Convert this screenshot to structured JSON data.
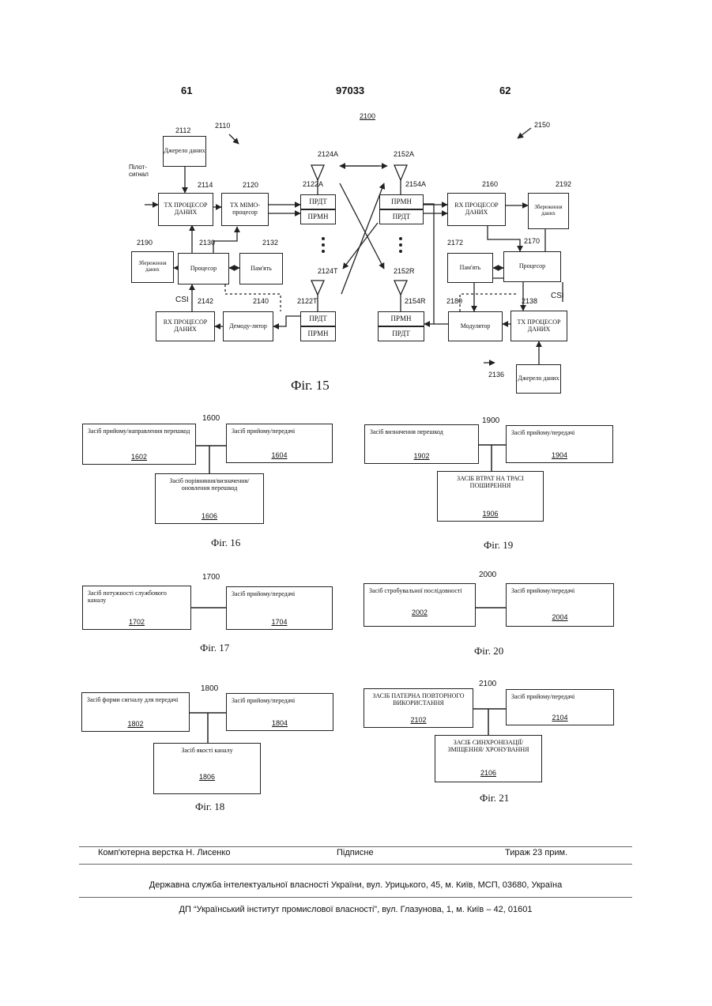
{
  "header": {
    "page_left": "61",
    "patent_number": "97033",
    "page_right": "62"
  },
  "fig15": {
    "caption": "Фіг. 15",
    "labels": {
      "l2100": "2100",
      "l2110": "2110",
      "l2150": "2150",
      "l2112": "2112",
      "l2114": "2114",
      "l2120": "2120",
      "l2122a": "2122A",
      "l2124a": "2124A",
      "l2152a": "2152A",
      "l2154a": "2154A",
      "l2160": "2160",
      "l2192": "2192",
      "l2190": "2190",
      "l2130": "2130",
      "l2132": "2132",
      "l2172": "2172",
      "l2170": "2170",
      "l2124t": "2124T",
      "l2152r": "2152R",
      "l2122t": "2122T",
      "l2154r": "2154R",
      "l2142": "2142",
      "l2140": "2140",
      "l2180": "2180",
      "l2138": "2138",
      "l2136": "2136",
      "csi_left": "CSI",
      "csi_right": "CSI",
      "pilot": "Пілот-сигнал"
    },
    "boxes": {
      "data_source_top": "Джерело даних",
      "tx_data_proc": "TX ПРОЦЕСОР ДАНИХ",
      "tx_mimo": "TX MIMO-процесор",
      "prdt_top_l": "ПРДТ",
      "prmn_top_l": "ПРМН",
      "prmn_top_r": "ПРМН",
      "prdt_top_r": "ПРДТ",
      "rx_data_proc_r": "RX ПРОЦЕСОР ДАНИХ",
      "data_sink_r": "Збереження даних",
      "data_sink_l": "Збереження даних",
      "processor_l": "Процесор",
      "memory_l": "Пам'ять",
      "memory_r": "Пам'ять",
      "processor_r": "Процесор",
      "rx_data_proc_l": "RX ПРОЦЕСОР ДАНИХ",
      "demodulator": "Демоду-лятор",
      "prdt_bot_l": "ПРДТ",
      "prmn_bot_l": "ПРМН",
      "prmn_bot_r": "ПРМН",
      "prdt_bot_r": "ПРДТ",
      "modulator": "Модулятор",
      "tx_data_proc_r": "TX ПРОЦЕСОР ДАНИХ",
      "data_source_bot": "Джерело даних"
    }
  },
  "fig16": {
    "caption": "Фіг. 16",
    "title": "1600",
    "b1_text": "Засіб прийому/направлення перешкод",
    "b1_num": "1602",
    "b2_text": "Засіб прийому/передачі",
    "b2_num": "1604",
    "b3_text": "Засіб порівняння/визначення/оновлення перешкод",
    "b3_num": "1606"
  },
  "fig17": {
    "caption": "Фіг. 17",
    "title": "1700",
    "b1_text": "Засіб потужності службового каналу",
    "b1_num": "1702",
    "b2_text": "Засіб прийому/передачі",
    "b2_num": "1704"
  },
  "fig18": {
    "caption": "Фіг. 18",
    "title": "1800",
    "b1_text": "Засіб форми сигналу для передачі",
    "b1_num": "1802",
    "b2_text": "Засіб прийому/передачі",
    "b2_num": "1804",
    "b3_text": "Засіб якості каналу",
    "b3_num": "1806"
  },
  "fig19": {
    "caption": "Фіг. 19",
    "title": "1900",
    "b1_text": "Засіб визначення перешкод",
    "b1_num": "1902",
    "b2_text": "Засіб прийому/передачі",
    "b2_num": "1904",
    "b3_text": "ЗАСІБ ВТРАТ НА ТРАСІ ПОШИРЕННЯ",
    "b3_num": "1906"
  },
  "fig20": {
    "caption": "Фіг. 20",
    "title": "2000",
    "b1_text": "Засіб стробувальної послідовності",
    "b1_num": "2002",
    "b2_text": "Засіб прийому/передачі",
    "b2_num": "2004"
  },
  "fig21": {
    "caption": "Фіг. 21",
    "title": "2100",
    "b1_text": "ЗАСІБ ПАТЕРНА ПОВТОРНОГО ВИКОРИСТАННЯ",
    "b1_num": "2102",
    "b2_text": "Засіб прийому/передачі",
    "b2_num": "2104",
    "b3_text": "ЗАСІБ СИНХРОНІЗАЦІЇ/ЗМІЩЕННЯ/ ХРОНУВАННЯ",
    "b3_num": "2106"
  },
  "footer": {
    "layout": "Комп'ютерна верстка Н. Лисенко",
    "signed": "Підписне",
    "print_run": "Тираж 23 прим.",
    "service": "Державна служба інтелектуальної власності України, вул. Урицького, 45, м. Київ, МСП, 03680, Україна",
    "institute": "ДП “Український інститут промислової власності”, вул. Глазунова, 1, м. Київ – 42, 01601"
  }
}
